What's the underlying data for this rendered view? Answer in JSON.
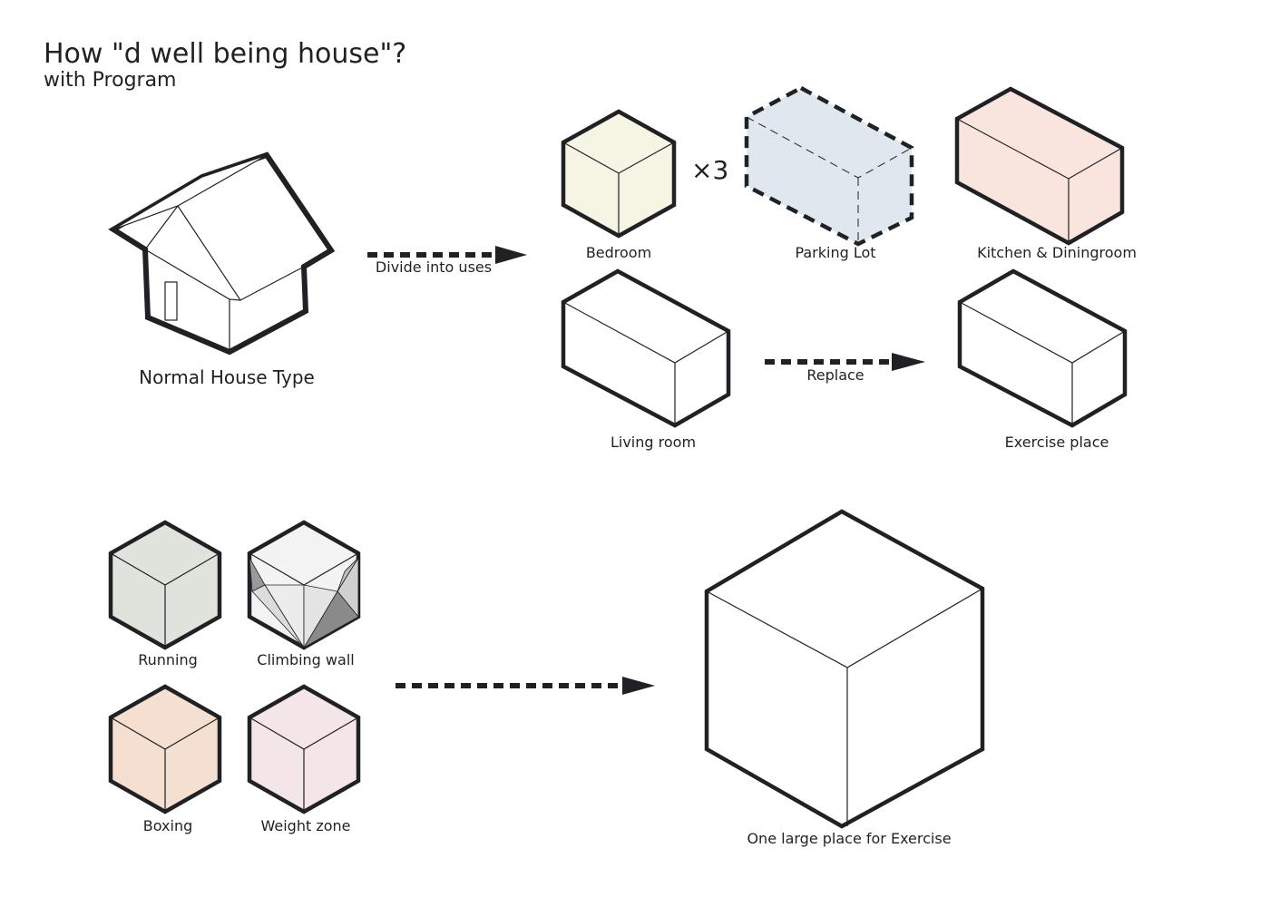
{
  "title": "How \"d well being house\"?",
  "subtitle": "with Program",
  "house": {
    "label": "Normal House Type"
  },
  "arrows": {
    "divide": "Divide into uses",
    "replace": "Replace"
  },
  "rooms": {
    "bedroom": {
      "label": "Bedroom",
      "multiplier": "×3",
      "color": "#f6f4e3"
    },
    "parking": {
      "label": "Parking Lot",
      "color": "#dfe7ef"
    },
    "kitchen": {
      "label": "Kitchen & Diningroom",
      "color": "#f9e5de"
    },
    "living": {
      "label": "Living room",
      "color": "#ffffff"
    },
    "exercise": {
      "label": "Exercise place",
      "color": "#ffffff"
    }
  },
  "activities": {
    "running": {
      "label": "Running",
      "color": "#dfe3dc"
    },
    "climbing": {
      "label": "Climbing wall",
      "color": "#f3f3f3"
    },
    "boxing": {
      "label": "Boxing",
      "color": "#f4dfd1"
    },
    "weight": {
      "label": "Weight zone",
      "color": "#f4e5e8"
    }
  },
  "result": {
    "label": "One large place for Exercise"
  },
  "colors": {
    "stroke": "#1f2124"
  }
}
